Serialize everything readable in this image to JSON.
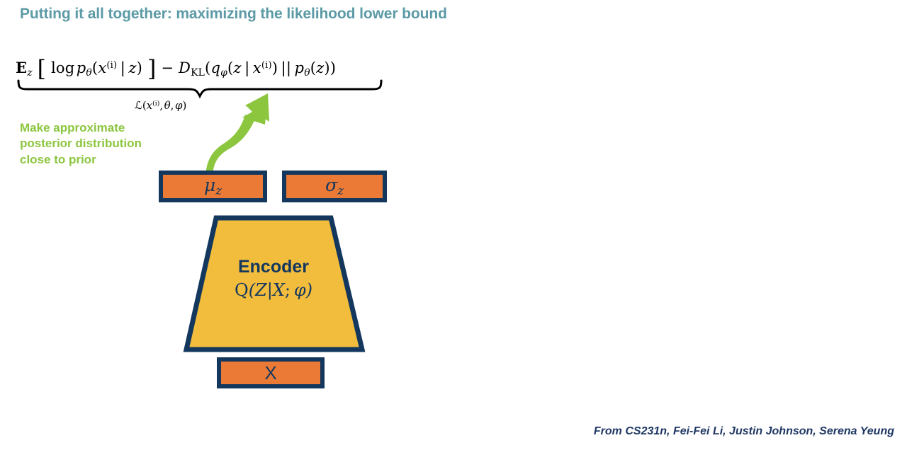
{
  "slide": {
    "title": "Putting it all together: maximizing the likelihood lower bound",
    "title_color": "#5b9aa6",
    "background": "#ffffff"
  },
  "formula": {
    "expectation_operator": "E",
    "expectation_subscript": "z",
    "bracket_open": "[",
    "log_term": "log",
    "p_symbol": "p",
    "p_subscript": "θ",
    "x_symbol": "x",
    "x_superscript": "(i)",
    "given_bar": "|",
    "z_symbol": "z",
    "bracket_close": "]",
    "minus": "−",
    "dkl_symbol": "D",
    "dkl_subscript": "KL",
    "q_symbol": "q",
    "q_subscript": "φ",
    "double_bar": "||",
    "plain_text": "E_z [ log p_θ(x^(i) | z) ] − D_KL( q_φ(z | x^(i)) || p_θ(z) )",
    "underbrace_label": "ℒ(x⁽ⁱ⁾, θ, φ)",
    "underbrace_label_parts": {
      "script_l": "ℒ",
      "paren_open": "(",
      "x": "x",
      "sup": "(i)",
      "comma1": ",",
      "theta": "θ",
      "comma2": ",",
      "phi": "φ",
      "paren_close": ")"
    }
  },
  "annotation": {
    "color": "#8cc63f",
    "lines": [
      "Make approximate",
      "posterior distribution",
      "close to prior"
    ],
    "arrow": "curved-up-right-arrow"
  },
  "diagram": {
    "box_fill": "#ea7a35",
    "box_border": "#14375e",
    "encoder_fill": "#f2bd3d",
    "nodes": [
      {
        "id": "mu",
        "label_base": "μ",
        "label_sub": "z",
        "shape": "rectangle"
      },
      {
        "id": "sigma",
        "label_base": "σ",
        "label_sub": "z",
        "shape": "rectangle"
      },
      {
        "id": "input_x",
        "label_base": "X",
        "label_sub": "",
        "shape": "rectangle"
      }
    ],
    "encoder": {
      "title": "Encoder",
      "formula_q": "Q",
      "formula_body": "(Z|X; φ)",
      "formula_full": "Q(Z|X; φ)",
      "shape": "trapezoid"
    }
  },
  "attribution": {
    "text": "From CS231n, Fei-Fei Li, Justin Johnson, Serena Yeung",
    "color": "#1f3864"
  },
  "footer": {
    "ghost_text": ""
  }
}
